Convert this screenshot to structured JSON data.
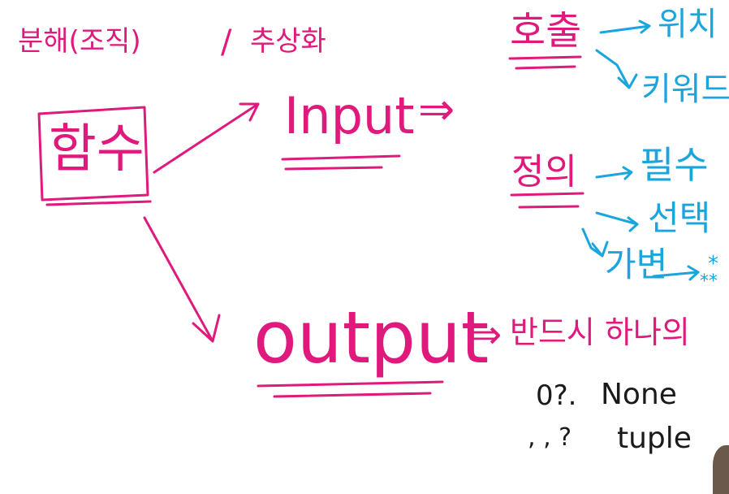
{
  "colors": {
    "pink_ink": "#e0197d",
    "blue_ink": "#1aa6dd",
    "board": "#ffffff"
  },
  "pink": {
    "header_left": "분해(조직)",
    "header_sep": "/",
    "header_right": "추상화",
    "function_box": "함수",
    "input": "Input",
    "input_arrow": "⇒",
    "output": "output",
    "output_arrow": "⇒",
    "output_note": "반드시 하나의"
  },
  "blue": {
    "call_title": "호출",
    "call_items": [
      "위치",
      "키워드"
    ],
    "define_title": "정의",
    "define_items": [
      "필수",
      "선택",
      "가변"
    ],
    "star": "*",
    "double_star": "**"
  },
  "black": {
    "zero_prefix": "0?.",
    "none": "None",
    "many_prefix": ", , ?",
    "tuple": "tuple"
  }
}
